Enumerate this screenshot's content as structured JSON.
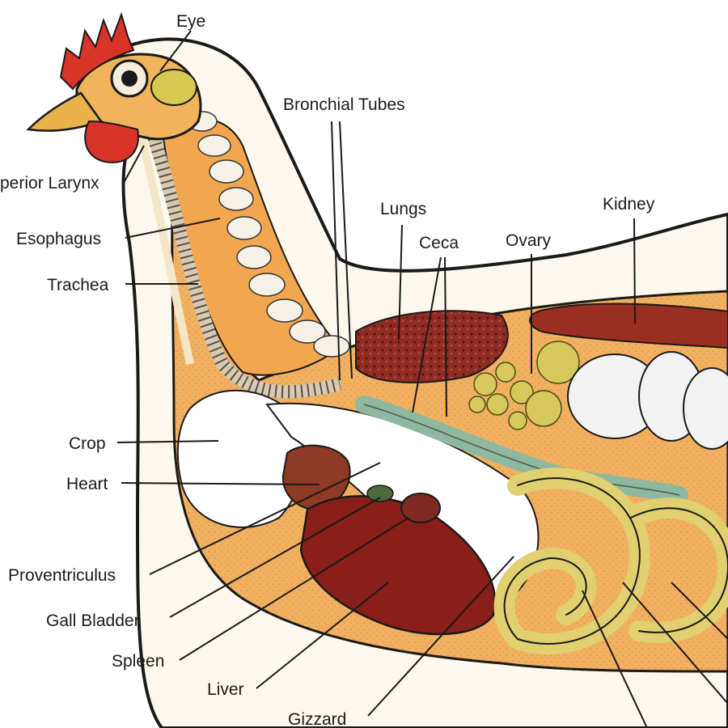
{
  "labels": {
    "eye": "Eye",
    "bronchial_tubes": "Bronchial Tubes",
    "superior_larynx": "perior Larynx",
    "lungs": "Lungs",
    "kidney": "Kidney",
    "ceca": "Ceca",
    "ovary": "Ovary",
    "esophagus": "Esophagus",
    "trachea": "Trachea",
    "crop": "Crop",
    "heart": "Heart",
    "proventriculus": "Proventriculus",
    "gall_bladder": "Gall Bladder",
    "spleen": "Spleen",
    "liver": "Liver",
    "gizzard": "Gizzard"
  }
}
